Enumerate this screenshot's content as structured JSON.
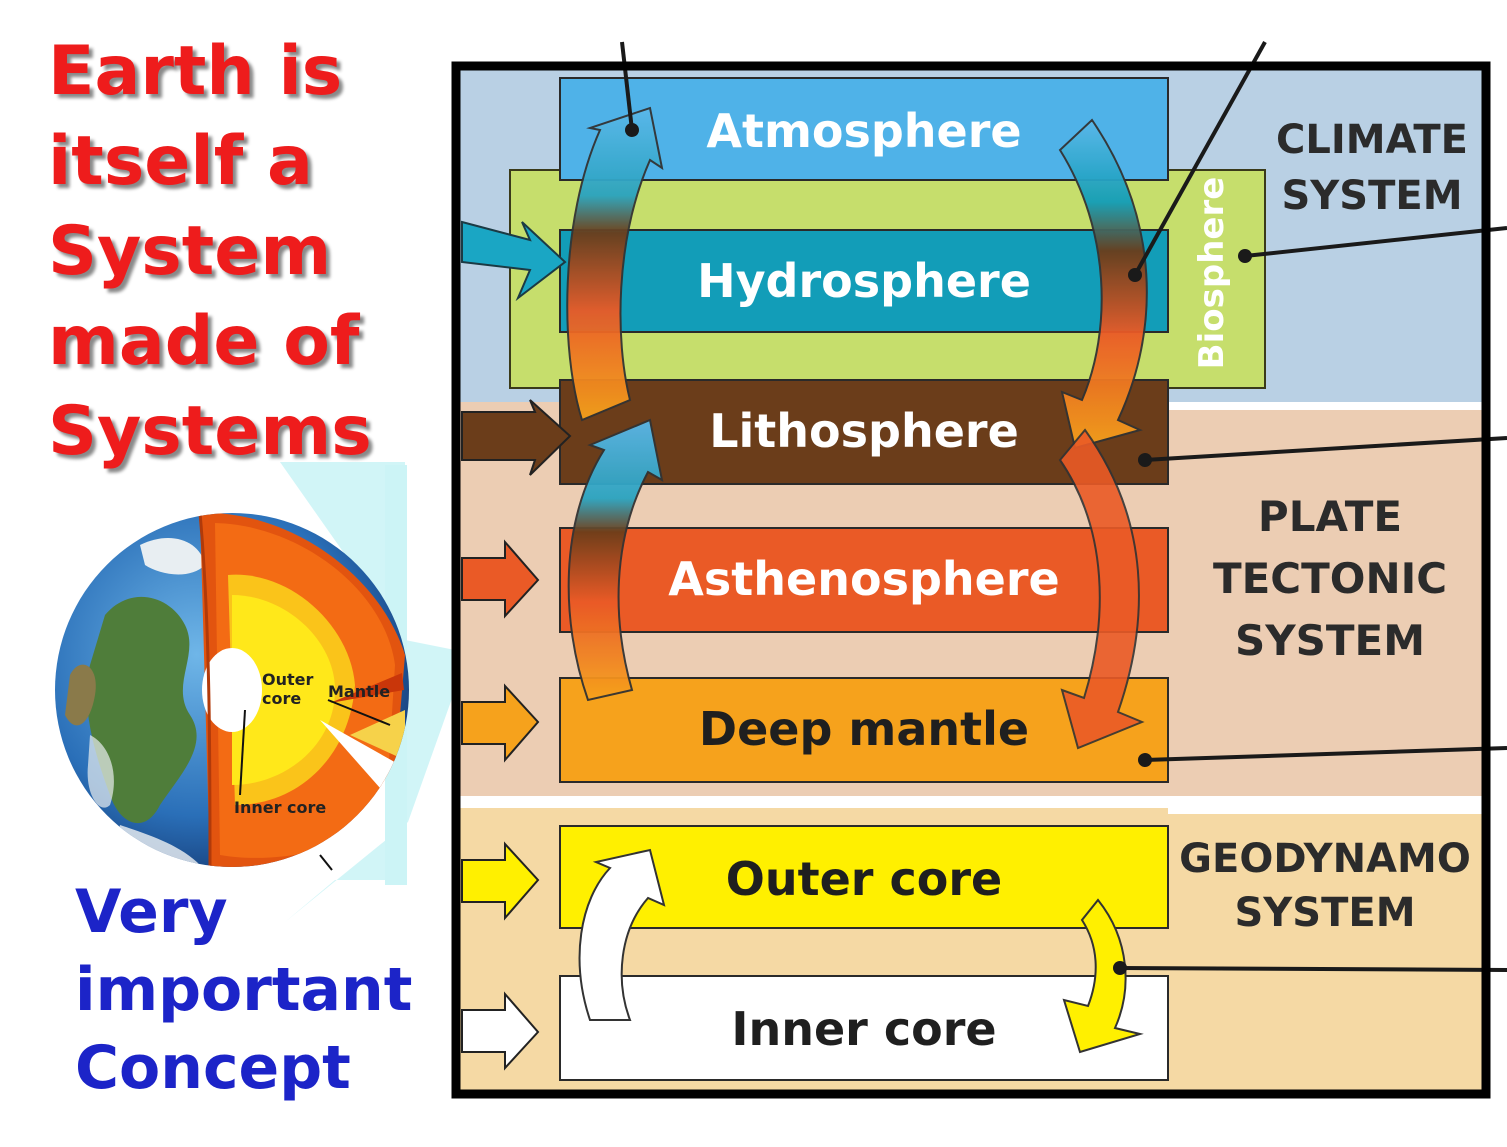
{
  "title_lines": [
    "Earth is",
    "itself a",
    "System",
    "made of",
    "Systems"
  ],
  "note_lines": [
    "Very",
    "important",
    "Concept"
  ],
  "globe_labels": {
    "outer_core": "Outer\ncore",
    "mantle": "Mantle",
    "inner_core": "Inner core"
  },
  "layers": {
    "atmosphere": "Atmosphere",
    "hydrosphere": "Hydrosphere",
    "lithosphere": "Lithosphere",
    "asthenosphere": "Asthenosphere",
    "deep_mantle": "Deep mantle",
    "outer_core": "Outer core",
    "inner_core": "Inner core",
    "biosphere": "Biosphere"
  },
  "systems": {
    "climate": "CLIMATE\nSYSTEM",
    "plate_tectonic": "PLATE\nTECTONIC\nSYSTEM",
    "geodynamo": "GEODYNAMO\nSYSTEM"
  },
  "colors": {
    "title": "#ee1c1c",
    "note": "#1c24c8",
    "climate_bg": "#b9d0e4",
    "tectonic_bg": "#eccdb3",
    "geodynamo_bg": "#f5d9a4",
    "atmosphere": "#4fb2e8",
    "hydrosphere": "#129db8",
    "biosphere": "#c6de6c",
    "lithosphere": "#6b3d1a",
    "asthenosphere": "#ea5a26",
    "deep_mantle": "#f6a21c",
    "outer_core": "#fff000",
    "inner_core": "#ffffff"
  }
}
